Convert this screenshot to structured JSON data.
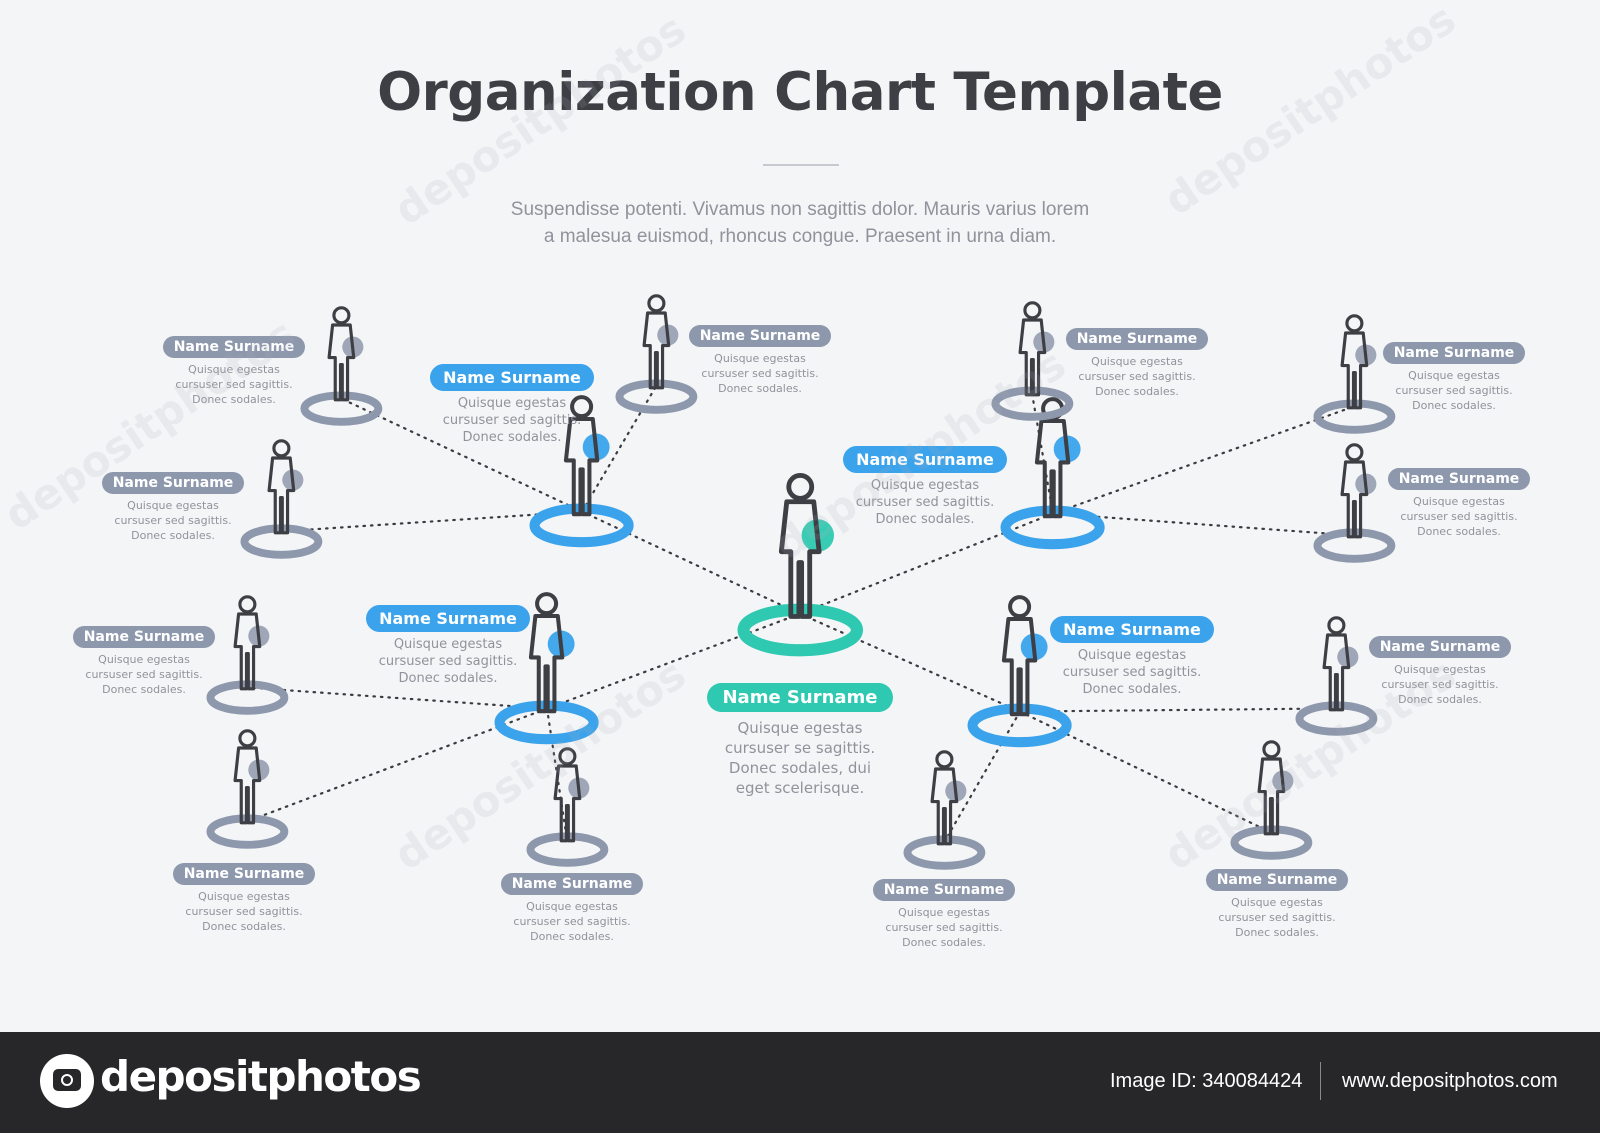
{
  "header": {
    "title": "Organization Chart Template",
    "subtitle_line1": "Suspendisse potenti. Vivamus non sagittis dolor. Mauris varius lorem",
    "subtitle_line2": "a malesua euismod, rhoncus congue. Praesent in urna diam."
  },
  "colors": {
    "gray": "#8e98ac",
    "blue": "#3aa3ec",
    "teal": "#2ec9b0",
    "text": "#3d3f44",
    "muted": "#8f939b"
  },
  "nodes": [
    {
      "id": "ceo",
      "level": "top",
      "name": "Name Surname",
      "desc1": "Quisque egestas",
      "desc2": "cursuser se sagittis.",
      "desc3": "Donec sodales, dui",
      "desc4": "eget scelerisque.",
      "icon": "person-icon"
    },
    {
      "id": "m_tl",
      "level": "middle",
      "name": "Name Surname",
      "desc1": "Quisque egestas",
      "desc2": "cursuser sed sagittis.",
      "desc3": "Donec sodales.",
      "icon": "person-icon"
    },
    {
      "id": "m_tr",
      "level": "middle",
      "name": "Name Surname",
      "desc1": "Quisque egestas",
      "desc2": "cursuser sed sagittis.",
      "desc3": "Donec sodales.",
      "icon": "person-icon"
    },
    {
      "id": "m_bl",
      "level": "middle",
      "name": "Name Surname",
      "desc1": "Quisque egestas",
      "desc2": "cursuser sed sagittis.",
      "desc3": "Donec sodales.",
      "icon": "person-icon"
    },
    {
      "id": "m_br",
      "level": "middle",
      "name": "Name Surname",
      "desc1": "Quisque egestas",
      "desc2": "cursuser sed sagittis.",
      "desc3": "Donec sodales.",
      "icon": "person-icon"
    },
    {
      "id": "s1",
      "level": "staff",
      "name": "Name Surname",
      "desc1": "Quisque egestas",
      "desc2": "cursuser sed sagittis.",
      "desc3": "Donec sodales.",
      "icon": "person-icon"
    },
    {
      "id": "s2",
      "level": "staff",
      "name": "Name Surname",
      "desc1": "Quisque egestas",
      "desc2": "cursuser sed sagittis.",
      "desc3": "Donec sodales.",
      "icon": "person-icon"
    },
    {
      "id": "s3",
      "level": "staff",
      "name": "Name Surname",
      "desc1": "Quisque egestas",
      "desc2": "cursuser sed sagittis.",
      "desc3": "Donec sodales.",
      "icon": "person-icon"
    },
    {
      "id": "s4",
      "level": "staff",
      "name": "Name Surname",
      "desc1": "Quisque egestas",
      "desc2": "cursuser sed sagittis.",
      "desc3": "Donec sodales.",
      "icon": "person-icon"
    },
    {
      "id": "s5",
      "level": "staff",
      "name": "Name Surname",
      "desc1": "Quisque egestas",
      "desc2": "cursuser sed sagittis.",
      "desc3": "Donec sodales.",
      "icon": "person-icon"
    },
    {
      "id": "s6",
      "level": "staff",
      "name": "Name Surname",
      "desc1": "Quisque egestas",
      "desc2": "cursuser sed sagittis.",
      "desc3": "Donec sodales.",
      "icon": "person-icon"
    },
    {
      "id": "s7",
      "level": "staff",
      "name": "Name Surname",
      "desc1": "Quisque egestas",
      "desc2": "cursuser sed sagittis.",
      "desc3": "Donec sodales.",
      "icon": "person-icon"
    },
    {
      "id": "s8",
      "level": "staff",
      "name": "Name Surname",
      "desc1": "Quisque egestas",
      "desc2": "cursuser sed sagittis.",
      "desc3": "Donec sodales.",
      "icon": "person-icon"
    },
    {
      "id": "s9",
      "level": "staff",
      "name": "Name Surname",
      "desc1": "Quisque egestas",
      "desc2": "cursuser sed sagittis.",
      "desc3": "Donec sodales.",
      "icon": "person-icon"
    },
    {
      "id": "s10",
      "level": "staff",
      "name": "Name Surname",
      "desc1": "Quisque egestas",
      "desc2": "cursuser sed sagittis.",
      "desc3": "Donec sodales.",
      "icon": "person-icon"
    },
    {
      "id": "s11",
      "level": "staff",
      "name": "Name Surname",
      "desc1": "Quisque egestas",
      "desc2": "cursuser sed sagittis.",
      "desc3": "Donec sodales.",
      "icon": "person-icon"
    },
    {
      "id": "s12",
      "level": "staff",
      "name": "Name Surname",
      "desc1": "Quisque egestas",
      "desc2": "cursuser sed sagittis.",
      "desc3": "Donec sodales.",
      "icon": "person-icon"
    }
  ],
  "edges": [
    [
      "ceo",
      "m_tl"
    ],
    [
      "ceo",
      "m_tr"
    ],
    [
      "ceo",
      "m_bl"
    ],
    [
      "ceo",
      "m_br"
    ],
    [
      "m_tl",
      "s1"
    ],
    [
      "m_tl",
      "s2"
    ],
    [
      "m_tl",
      "s3"
    ],
    [
      "m_tr",
      "s4"
    ],
    [
      "m_tr",
      "s5"
    ],
    [
      "m_tr",
      "s6"
    ],
    [
      "m_bl",
      "s7"
    ],
    [
      "m_bl",
      "s8"
    ],
    [
      "m_bl",
      "s9"
    ],
    [
      "m_br",
      "s10"
    ],
    [
      "m_br",
      "s11"
    ],
    [
      "m_br",
      "s12"
    ]
  ],
  "watermark": {
    "text": "depositphotos"
  },
  "footer": {
    "brand": "depositphotos",
    "image_id": "Image ID: 340084424",
    "url": "www.depositphotos.com",
    "logo_icon": "camera-icon"
  }
}
